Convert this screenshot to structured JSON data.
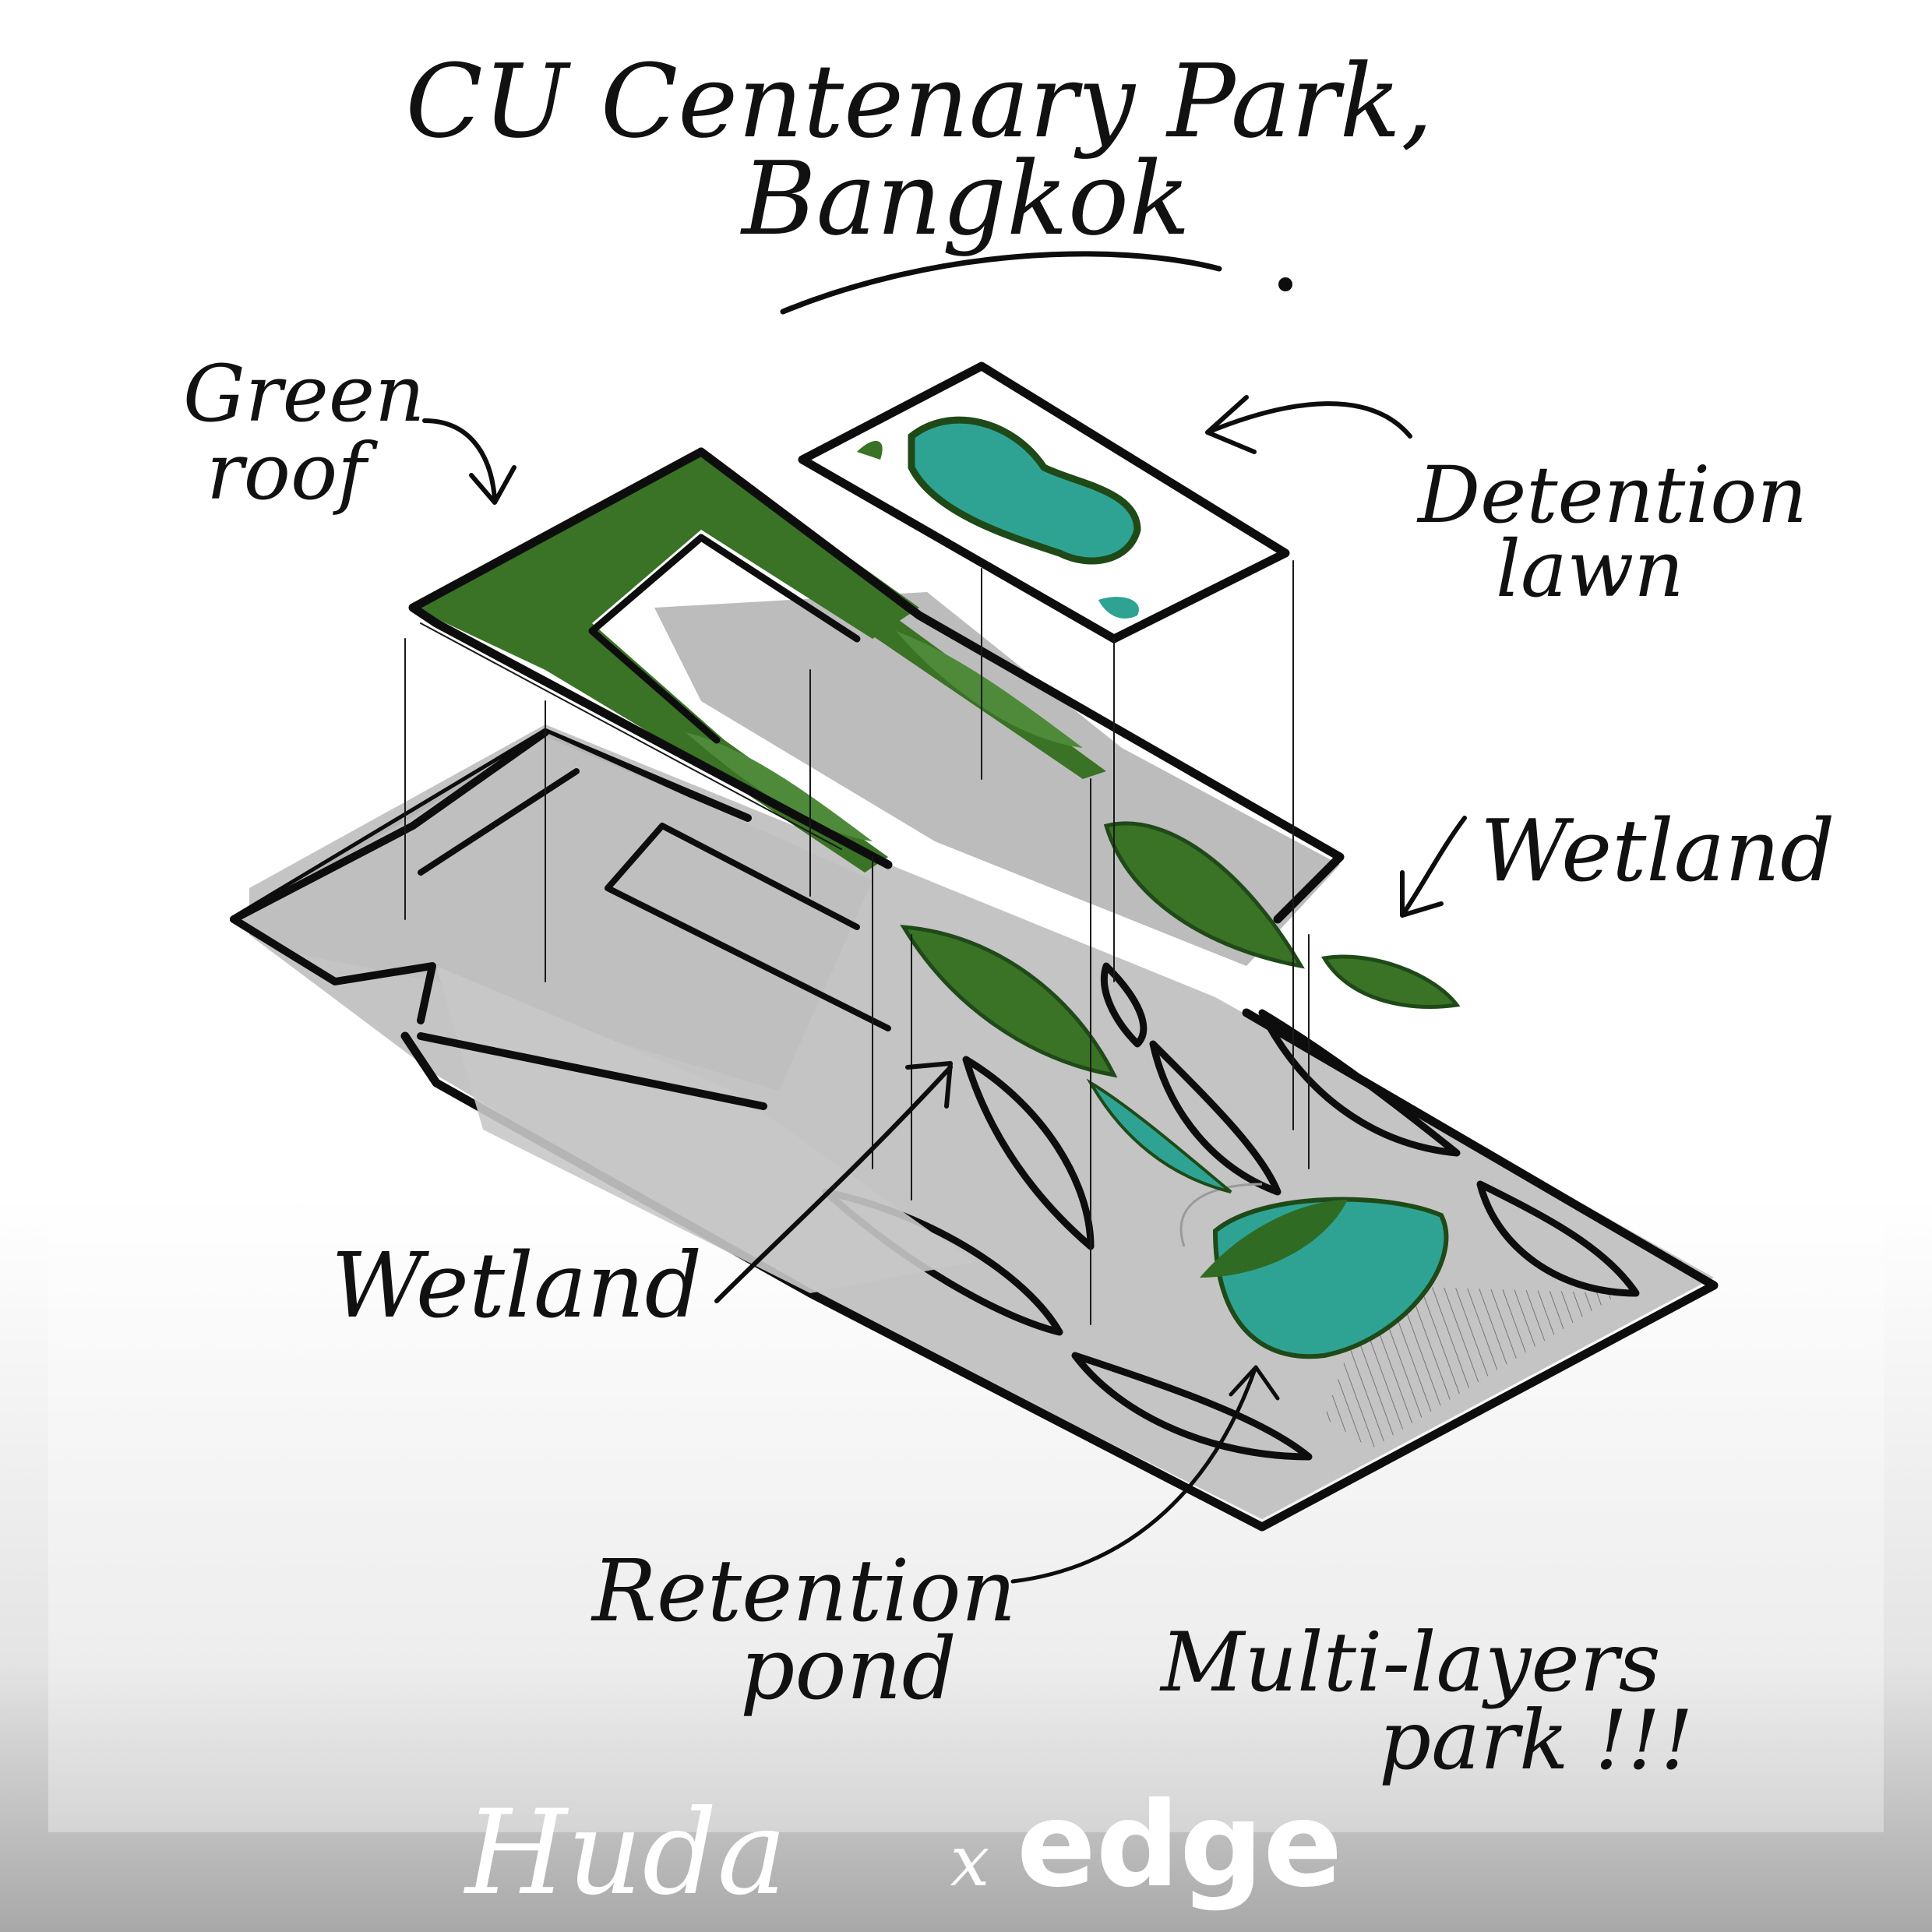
{
  "title": {
    "line1": "CU Centenary Park,",
    "line2": "Bangkok"
  },
  "labels": {
    "green_roof_line1": "Green",
    "green_roof_line2": "roof",
    "detention_lawn_line1": "Detention",
    "detention_lawn_line2": "lawn",
    "wetland_right": "Wetland",
    "wetland_left": "Wetland",
    "retention_pond_line1": "Retention",
    "retention_pond_line2": "pond",
    "multi_layers_line1": "Multi-layers",
    "multi_layers_line2": "park !!!"
  },
  "branding": {
    "huda": "Huda",
    "separator": "x",
    "edge": "edge"
  },
  "colors": {
    "ink": "#0d0d0d",
    "green": "#3a7226",
    "dark_green": "#1f4a18",
    "teal": "#2fa393",
    "shadow_grey": "#bdbdbd",
    "footer_grey": "#9e9e9e",
    "paper": "#ffffff"
  }
}
